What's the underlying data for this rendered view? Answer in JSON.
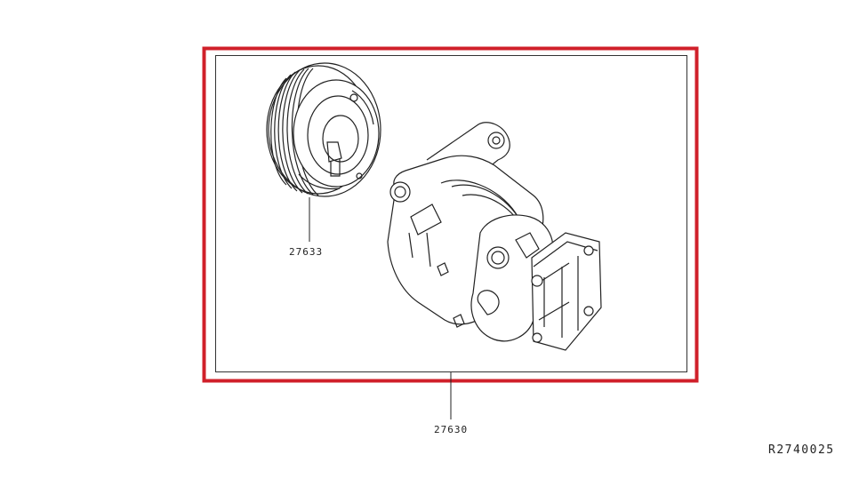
{
  "parts": [
    {
      "part_number": "27633",
      "description_icon": "pulley-clutch-icon"
    },
    {
      "part_number": "27630",
      "description_icon": "ac-compressor-icon"
    }
  ],
  "reference_code": "R2740025",
  "colors": {
    "highlight": "#d0202a",
    "line": "#222222",
    "background": "#ffffff"
  }
}
